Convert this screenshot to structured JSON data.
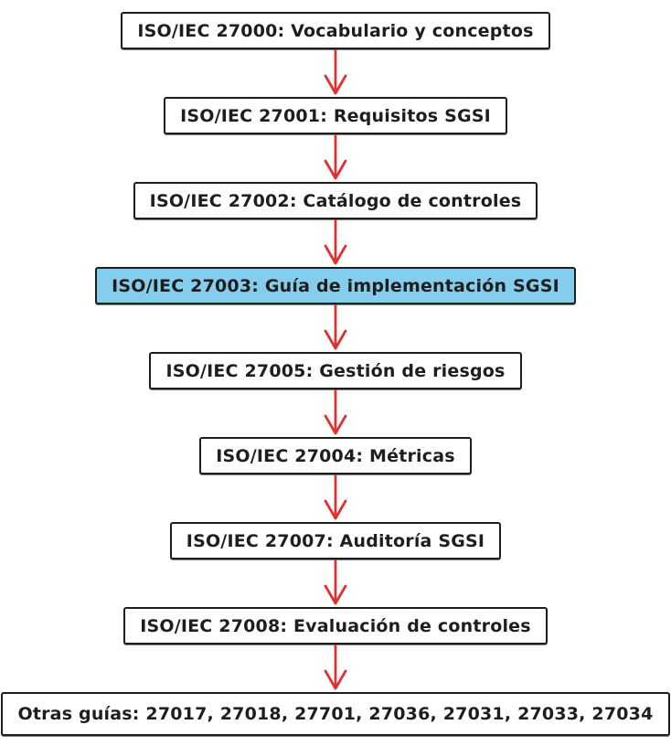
{
  "diagram": {
    "type": "flowchart-vertical",
    "nodes": [
      {
        "id": "iso-27000",
        "label": "ISO/IEC 27000: Vocabulario y conceptos",
        "highlighted": false
      },
      {
        "id": "iso-27001",
        "label": "ISO/IEC 27001: Requisitos SGSI",
        "highlighted": false
      },
      {
        "id": "iso-27002",
        "label": "ISO/IEC 27002: Catálogo de controles",
        "highlighted": false
      },
      {
        "id": "iso-27003",
        "label": "ISO/IEC 27003: Guía de implementación SGSI",
        "highlighted": true
      },
      {
        "id": "iso-27005",
        "label": "ISO/IEC 27005: Gestión de riesgos",
        "highlighted": false
      },
      {
        "id": "iso-27004",
        "label": "ISO/IEC 27004: Métricas",
        "highlighted": false
      },
      {
        "id": "iso-27007",
        "label": "ISO/IEC 27007: Auditoría SGSI",
        "highlighted": false
      },
      {
        "id": "iso-27008",
        "label": "ISO/IEC 27008: Evaluación de controles",
        "highlighted": false
      },
      {
        "id": "otras-guias",
        "label": "Otras guías: 27017, 27018, 27701, 27036, 27031, 27033, 27034",
        "highlighted": false
      }
    ],
    "edges": [
      [
        "iso-27000",
        "iso-27001"
      ],
      [
        "iso-27001",
        "iso-27002"
      ],
      [
        "iso-27002",
        "iso-27003"
      ],
      [
        "iso-27003",
        "iso-27005"
      ],
      [
        "iso-27005",
        "iso-27004"
      ],
      [
        "iso-27004",
        "iso-27007"
      ],
      [
        "iso-27007",
        "iso-27008"
      ],
      [
        "iso-27008",
        "otras-guias"
      ]
    ],
    "colors": {
      "border": "#1e1e1e",
      "text": "#1e1e1e",
      "arrow": "#e03131",
      "highlight_fill": "#85cdec",
      "node_fill": "#ffffff",
      "background": "#ffffff"
    }
  }
}
